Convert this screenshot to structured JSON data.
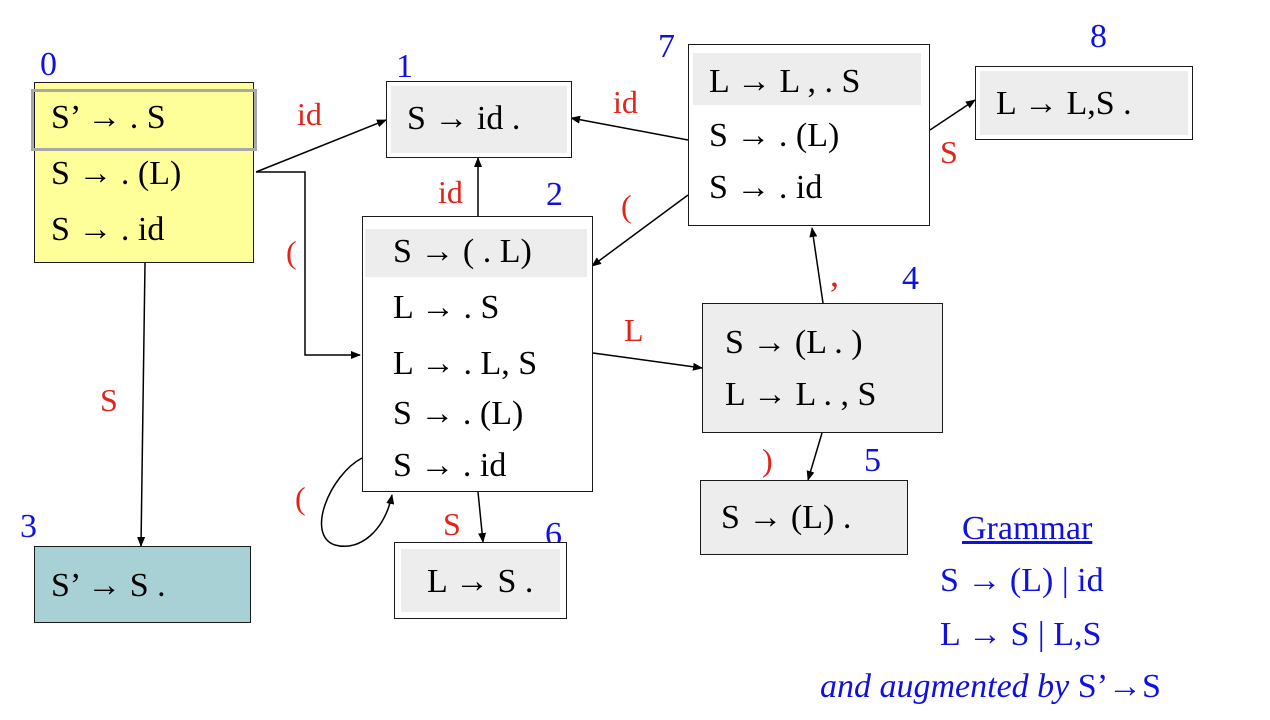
{
  "states": [
    {
      "id": "s0",
      "number": "0",
      "items": [
        "S’ → . S",
        "S → . (L)",
        "S → . id"
      ]
    },
    {
      "id": "s1",
      "number": "1",
      "items": [
        "S → id ."
      ]
    },
    {
      "id": "s2",
      "number": "2",
      "items": [
        "S → ( . L)",
        "L → . S",
        "L → . L, S",
        "S → . (L)",
        "S → . id"
      ]
    },
    {
      "id": "s3",
      "number": "3",
      "items": [
        "S’ → S ."
      ]
    },
    {
      "id": "s4",
      "number": "4",
      "items": [
        "S → (L . )",
        "L → L . , S"
      ]
    },
    {
      "id": "s5",
      "number": "5",
      "items": [
        "S → (L) ."
      ]
    },
    {
      "id": "s6",
      "number": "6",
      "items": [
        "L → S ."
      ]
    },
    {
      "id": "s7",
      "number": "7",
      "items": [
        "L → L , . S",
        "S → . (L)",
        "S → . id"
      ]
    },
    {
      "id": "s8",
      "number": "8",
      "items": [
        "L → L,S ."
      ]
    }
  ],
  "transitions": [
    {
      "from": "0",
      "to": "1",
      "label": "id"
    },
    {
      "from": "0",
      "to": "2",
      "label": "("
    },
    {
      "from": "0",
      "to": "3",
      "label": "S"
    },
    {
      "from": "2",
      "to": "1",
      "label": "id"
    },
    {
      "from": "2",
      "to": "2",
      "label": "("
    },
    {
      "from": "2",
      "to": "4",
      "label": "L"
    },
    {
      "from": "2",
      "to": "6",
      "label": "S"
    },
    {
      "from": "4",
      "to": "5",
      "label": ")"
    },
    {
      "from": "4",
      "to": "7",
      "label": ","
    },
    {
      "from": "7",
      "to": "1",
      "label": "id"
    },
    {
      "from": "7",
      "to": "2",
      "label": "("
    },
    {
      "from": "7",
      "to": "8",
      "label": "S"
    }
  ],
  "grammar": {
    "title": "Grammar",
    "rule1": "S → (L) | id",
    "rule2": "L → S | L,S",
    "augment_prefix": "and augmented by",
    "augment_rule": "S’→S"
  },
  "colors": {
    "state_number": "#1010e0",
    "edge_label": "#e2231a",
    "start_state_fill": "#ffff99",
    "accept_state_fill": "#a8d1d6",
    "state_fill": "#ffffff",
    "highlight_fill": "#ededed",
    "grammar_text": "#1010e0"
  }
}
